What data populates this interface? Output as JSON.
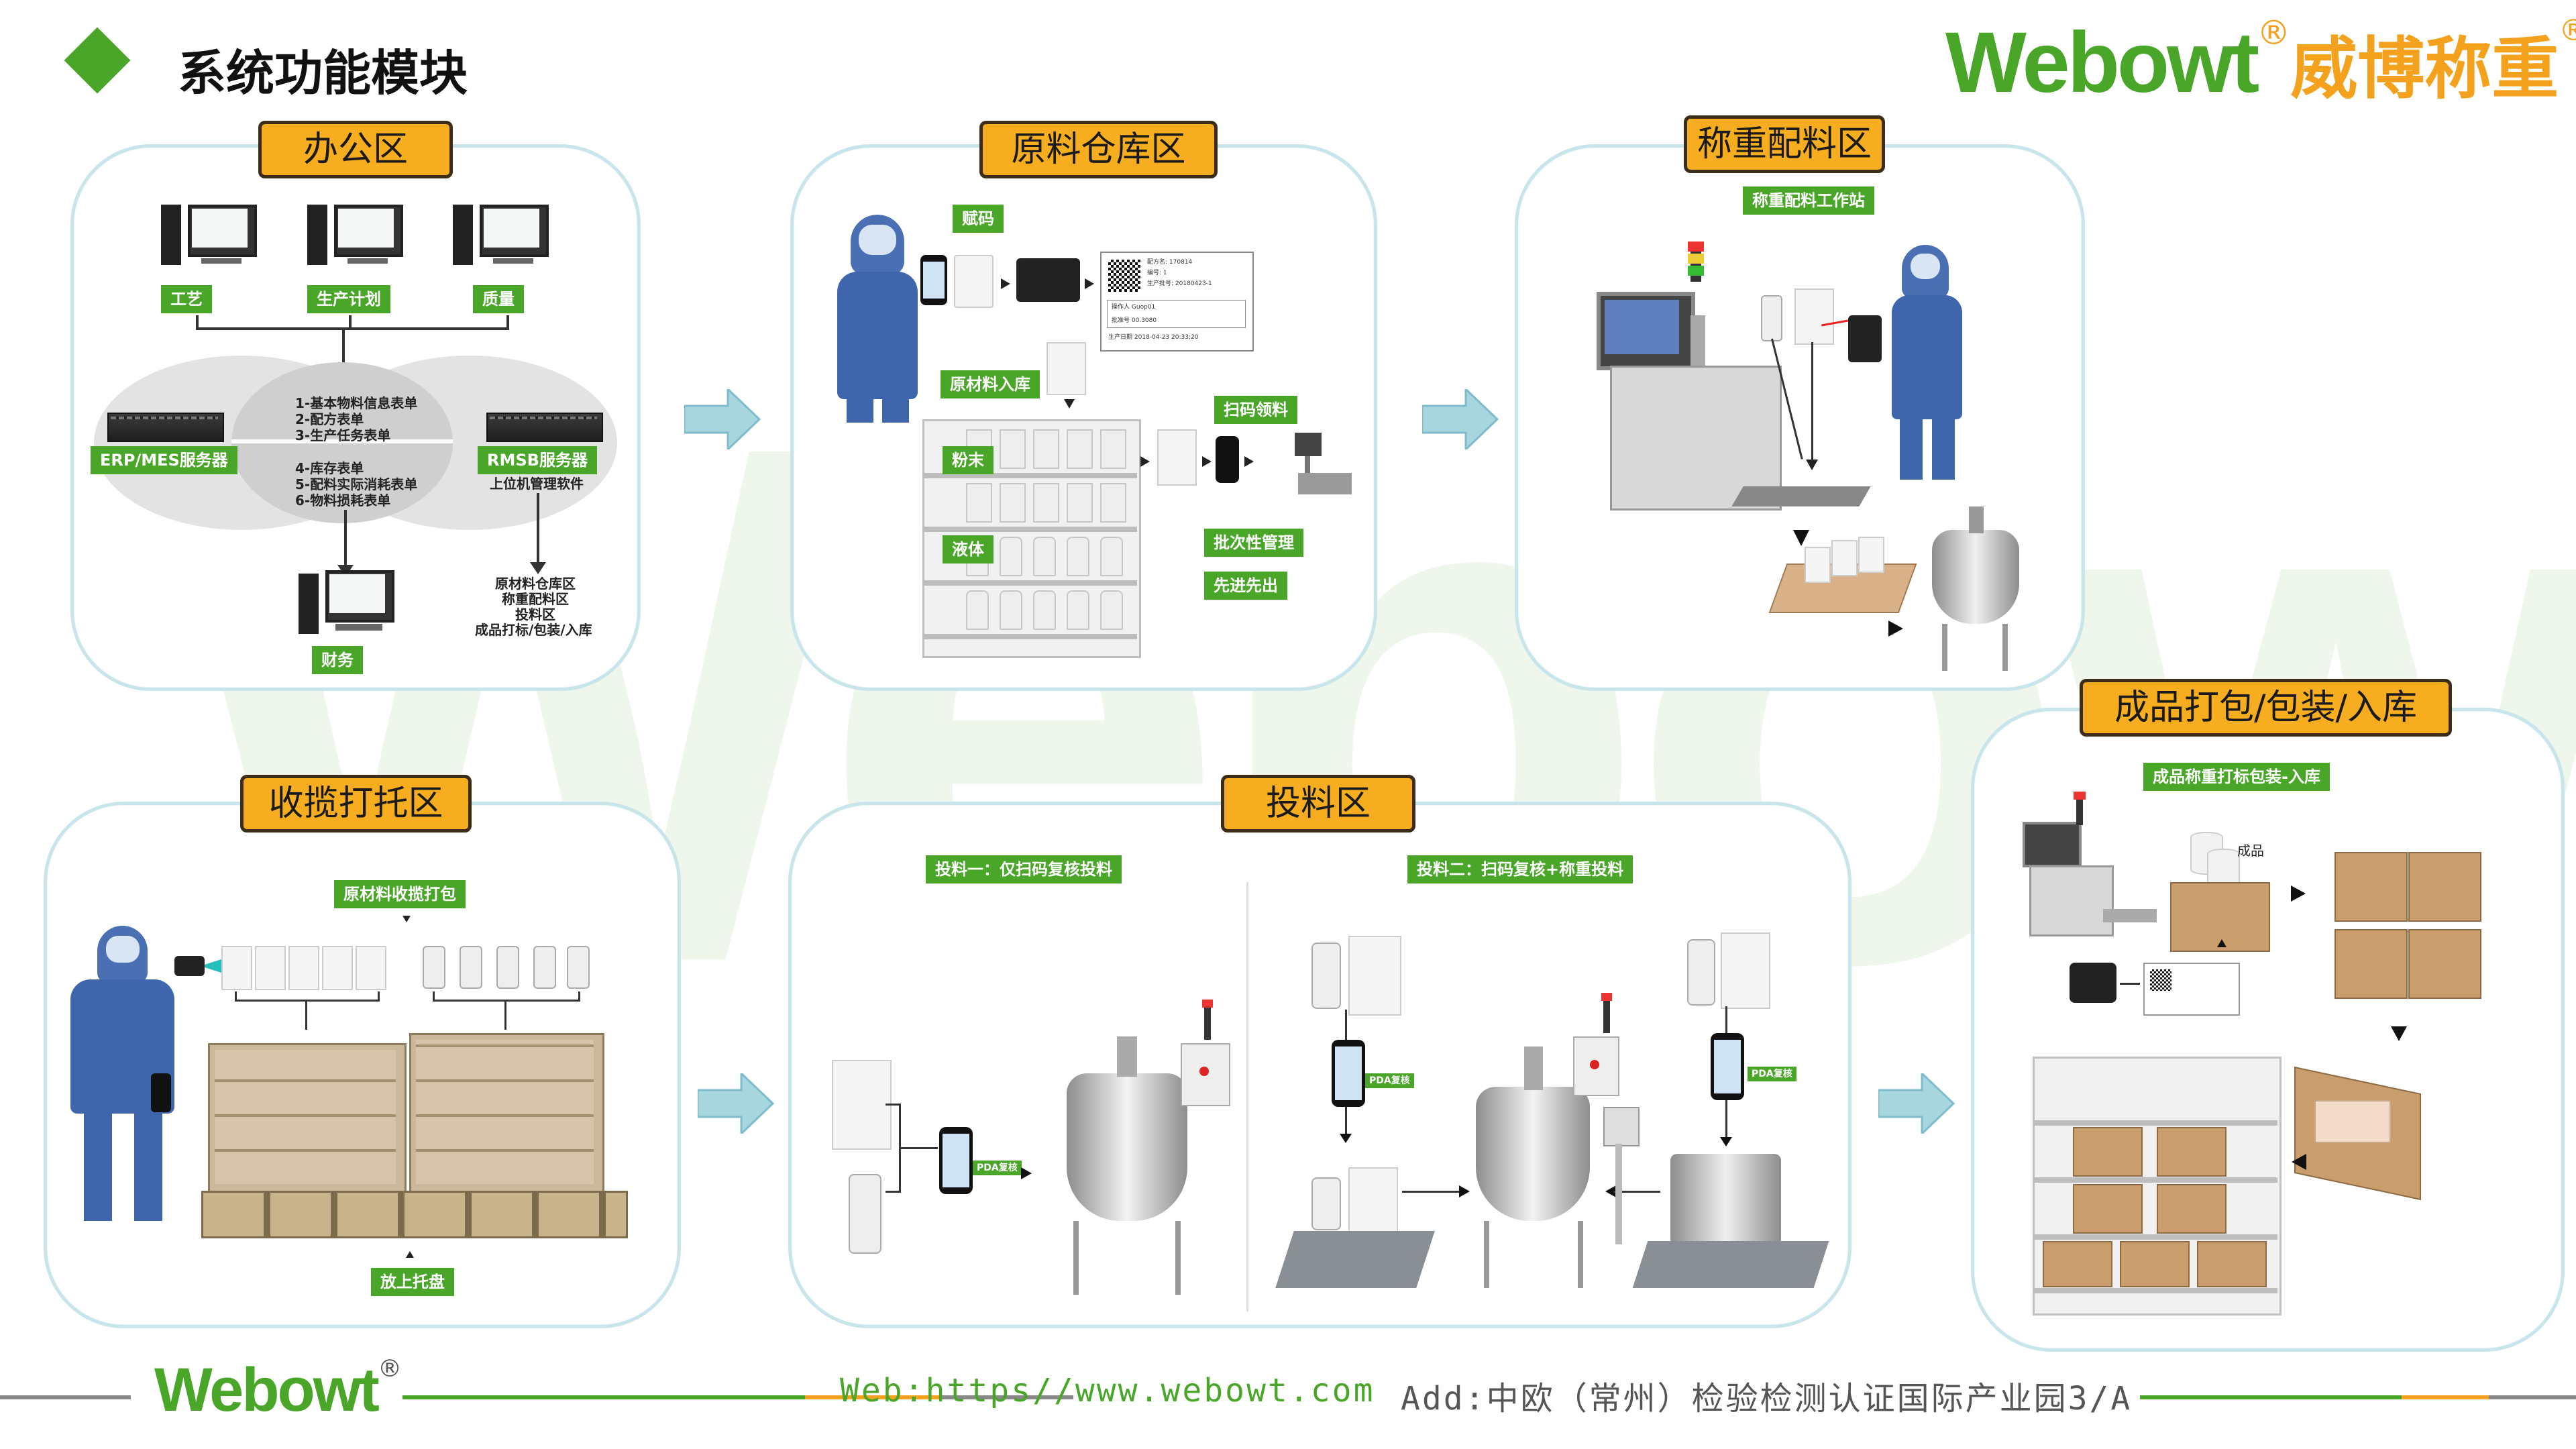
{
  "header": {
    "title": "系统功能模块",
    "brand_en": "Webowt",
    "brand_cn": "威博称重",
    "reg_mark": "®"
  },
  "watermark": "Webowt",
  "colors": {
    "accent_green": "#4aa629",
    "tab_orange": "#f6ad1f",
    "panel_border": "#c9e5ec",
    "arrow_blue": "#9ed2dc",
    "brand_orange": "#f4a21e"
  },
  "panels": {
    "office": {
      "title": "办公区",
      "terminals": [
        "工艺",
        "生产计划",
        "质量"
      ],
      "erp_server": "ERP/MES服务器",
      "rmsb_server": "RMSB服务器",
      "rmsb_sub": "上位机管理软件",
      "forms_top": [
        "1-基本物料信息表单",
        "2-配方表单",
        "3-生产任务表单"
      ],
      "forms_bottom": [
        "4-库存表单",
        "5-配料实际消耗表单",
        "6-物料损耗表单"
      ],
      "finance": "财务",
      "areas": [
        "原材料仓库区",
        "称重配料区",
        "投料区",
        "成品打标/包装/入库"
      ]
    },
    "warehouse": {
      "title": "原料仓库区",
      "assign_code": "赋码",
      "inbound": "原材料入库",
      "powder": "粉末",
      "liquid": "液体",
      "scan_pick": "扫码领料",
      "batch_mgmt": "批次性管理",
      "fifo": "先进先出",
      "label_lines": [
        "配方名",
        "编号",
        "生产批号",
        "操作人",
        "批准号",
        "生产日期"
      ],
      "label_vals": [
        "170814",
        "1",
        "20180423-1",
        "Guop01",
        "00.3080",
        "2018-04-23   20:33:20"
      ]
    },
    "weighing": {
      "title": "称重配料区",
      "station": "称重配料工作站"
    },
    "receiving": {
      "title": "收揽打托区",
      "pack_label": "原材料收揽打包",
      "pallet_label": "放上托盘"
    },
    "feeding": {
      "title": "投料区",
      "mode1": "投料一：仅扫码复核投料",
      "mode2": "投料二：扫码复核+称重投料",
      "pda": "PDA复核"
    },
    "finished": {
      "title": "成品打包/包装/入库",
      "sub": "成品称重打标包装-入库",
      "product": "成品"
    }
  },
  "footer": {
    "brand": "Webowt",
    "reg_mark": "®",
    "web": "Web:https//www.webowt.com",
    "addr": "Add:中欧（常州）检验检测认证国际产业园3/A"
  }
}
